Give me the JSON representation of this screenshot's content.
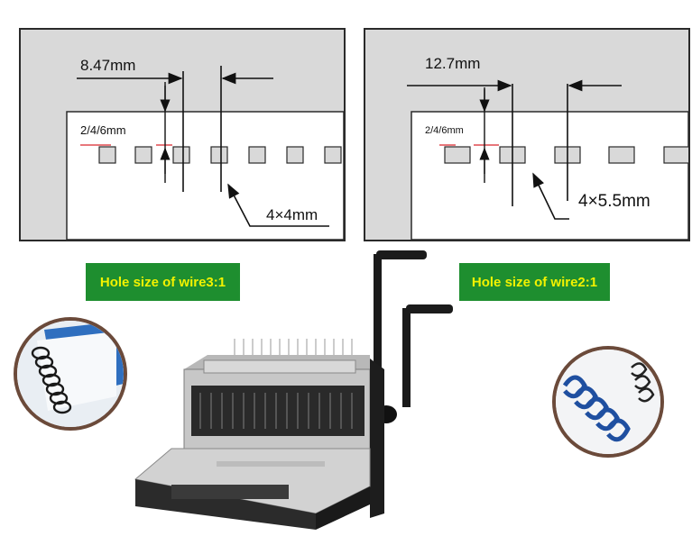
{
  "diagram_left": {
    "pitch_label": "8.47mm",
    "margin_label": "2/4/6mm",
    "hole_label": "4×4mm"
  },
  "diagram_right": {
    "pitch_label": "12.7mm",
    "margin_label": "2/4/6mm",
    "hole_label": "4×5.5mm"
  },
  "badges": {
    "left": "Hole size of wire3:1",
    "right": "Hole size of wire2:1"
  },
  "colors": {
    "badge_bg": "#1e8e2f",
    "badge_text": "#f2f200",
    "panel_bg": "#d9d9d9",
    "margin_mark": "#d9262c",
    "wire_blue": "#1f4fa0"
  },
  "images": {
    "machine": "wire-binding-machine",
    "left_circle": "black-wire-bound-notebook",
    "right_circle": "blue-wire-binding-spines"
  }
}
